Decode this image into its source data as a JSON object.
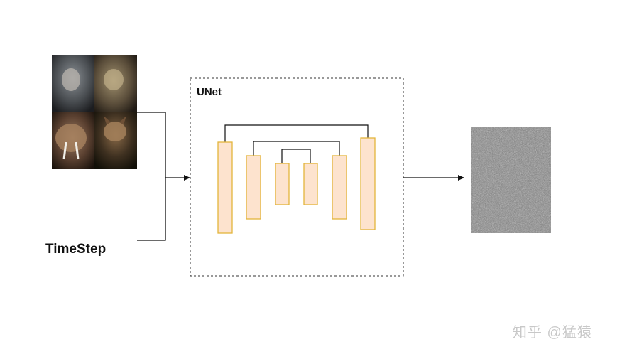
{
  "diagram": {
    "unet_title": "UNet",
    "timestep_label": "TimeStep",
    "input_image": {
      "icon": "animal-photo-grid-icon",
      "description_tiles": [
        "armored-seal",
        "seal-in-armor",
        "walrus",
        "raccoon-soldier"
      ]
    },
    "output_image": {
      "icon": "noise-image-icon"
    },
    "watermark": "知乎 @猛猿",
    "colors": {
      "block_fill": "#fde3ce",
      "block_stroke": "#e3b53b",
      "line": "#111111",
      "noise_base": "#7a7a7a"
    }
  }
}
